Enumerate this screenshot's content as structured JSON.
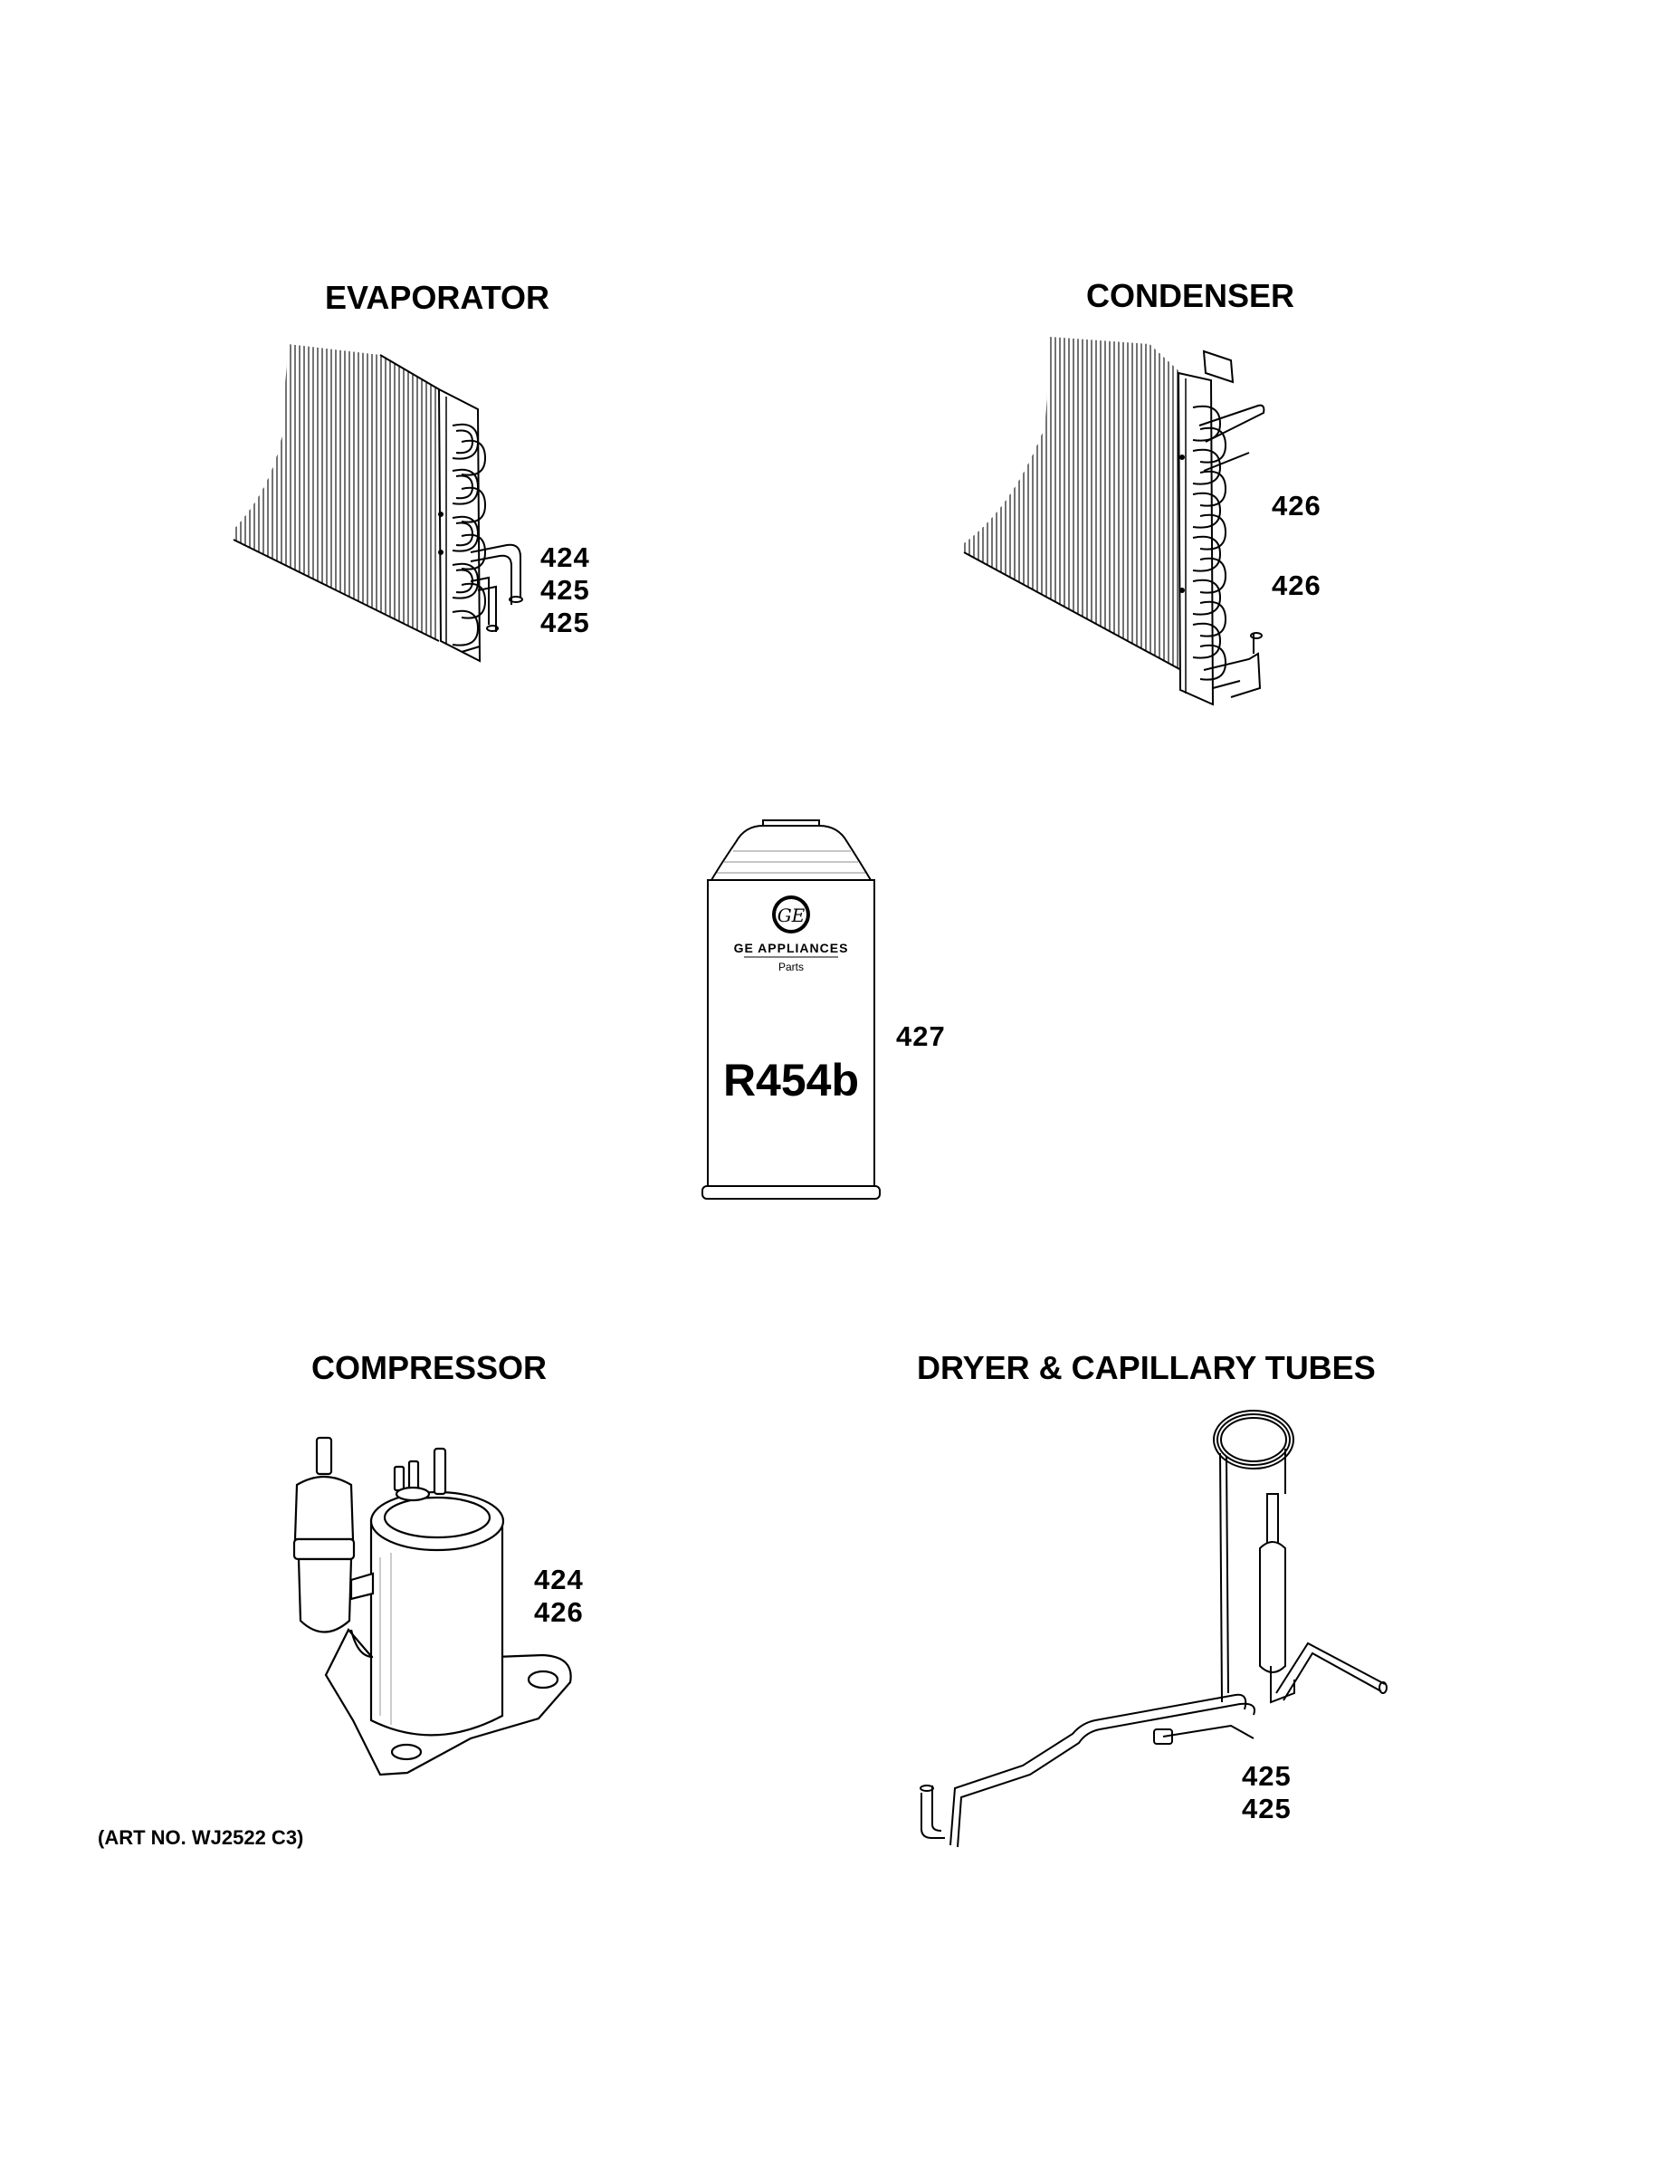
{
  "sections": {
    "evaporator": {
      "title": "EVAPORATOR",
      "callouts": [
        "424",
        "425",
        "425"
      ]
    },
    "condenser": {
      "title": "CONDENSER",
      "callouts": [
        "426",
        "426"
      ]
    },
    "refrigerant": {
      "callouts": [
        "427"
      ],
      "can_brand": "GE APPLIANCES",
      "can_subtitle": "Parts",
      "can_logo": "GE",
      "can_label": "R454b"
    },
    "compressor": {
      "title": "COMPRESSOR",
      "callouts": [
        "424",
        "426"
      ]
    },
    "dryer": {
      "title": "DRYER & CAPILLARY TUBES",
      "callouts": [
        "425",
        "425"
      ]
    }
  },
  "art_number": "(ART NO. WJ2522 C3)",
  "icons": [
    "evaporator-coil-icon",
    "condenser-coil-icon",
    "refrigerant-can-icon",
    "compressor-icon",
    "dryer-capillary-icon"
  ]
}
